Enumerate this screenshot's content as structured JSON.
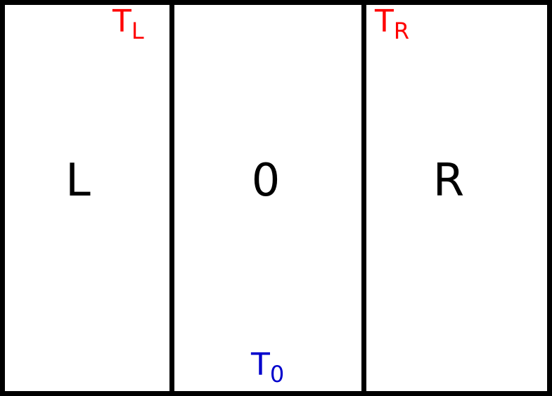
{
  "colors": {
    "frame": "#000000",
    "background": "#ffffff",
    "boundary_temperature": "#ff0000",
    "initial_temperature": "#0000cc",
    "region_label": "#000000"
  },
  "regions": [
    {
      "label": "L"
    },
    {
      "label": "0"
    },
    {
      "label": "R"
    }
  ],
  "temperatures": {
    "left": {
      "symbol": "T",
      "subscript": "L"
    },
    "right": {
      "symbol": "T",
      "subscript": "R"
    },
    "middle": {
      "symbol": "T",
      "subscript": "0"
    }
  }
}
